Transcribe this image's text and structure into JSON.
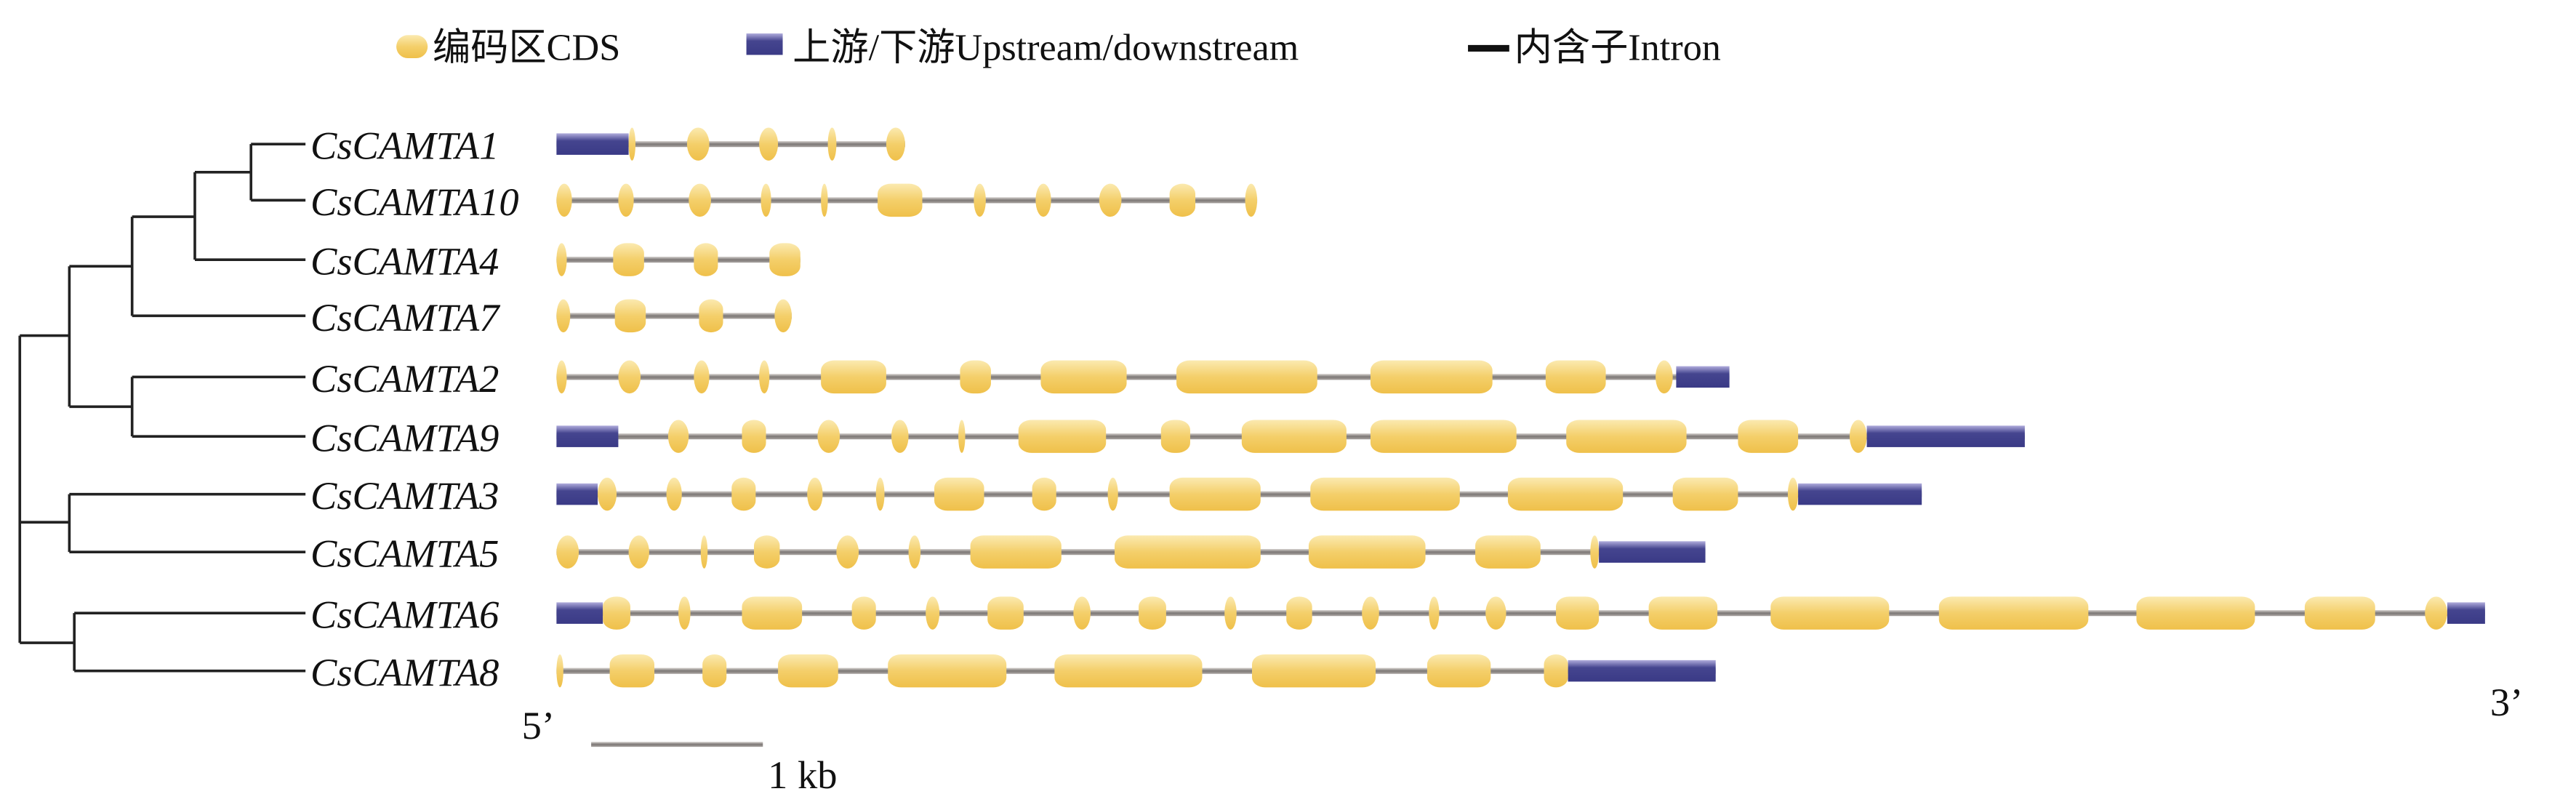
{
  "legend": {
    "cds": "编码区CDS",
    "utr": "上游/下游Upstream/downstream",
    "intron": "内含子Intron"
  },
  "colors": {
    "cds": "#f2c85a",
    "cds_light": "#fbe6a6",
    "utr": "#3f3f8c",
    "utr_light": "#a9a6d6",
    "intron": "#8a8684",
    "tree": "#222222"
  },
  "axis": {
    "five_prime": "5’",
    "three_prime": "3’",
    "scale_bar_label": "1 kb",
    "scale_bar_kb": 1
  },
  "genes": [
    {
      "name": "CsCAMTA1",
      "utr": [
        [
          0,
          0.42
        ]
      ],
      "exons": [
        [
          0.42,
          0.46
        ],
        [
          0.76,
          0.89
        ],
        [
          1.18,
          1.29
        ],
        [
          1.58,
          1.63
        ],
        [
          1.92,
          2.03
        ]
      ]
    },
    {
      "name": "CsCAMTA10",
      "utr": [],
      "exons": [
        [
          0,
          0.09
        ],
        [
          0.36,
          0.45
        ],
        [
          0.77,
          0.9
        ],
        [
          1.19,
          1.25
        ],
        [
          1.54,
          1.58
        ],
        [
          1.87,
          2.13
        ],
        [
          2.43,
          2.5
        ],
        [
          2.79,
          2.88
        ],
        [
          3.16,
          3.29
        ],
        [
          3.57,
          3.72
        ],
        [
          4.01,
          4.08
        ]
      ]
    },
    {
      "name": "CsCAMTA4",
      "utr": [],
      "exons": [
        [
          0,
          0.06
        ],
        [
          0.33,
          0.51
        ],
        [
          0.8,
          0.94
        ],
        [
          1.24,
          1.42
        ]
      ]
    },
    {
      "name": "CsCAMTA7",
      "utr": [],
      "exons": [
        [
          0,
          0.08
        ],
        [
          0.34,
          0.52
        ],
        [
          0.83,
          0.97
        ],
        [
          1.27,
          1.37
        ]
      ]
    },
    {
      "name": "CsCAMTA2",
      "utr": [
        [
          6.52,
          6.83
        ]
      ],
      "exons": [
        [
          0,
          0.06
        ],
        [
          0.36,
          0.49
        ],
        [
          0.8,
          0.89
        ],
        [
          1.18,
          1.24
        ],
        [
          1.54,
          1.92
        ],
        [
          2.35,
          2.53
        ],
        [
          2.82,
          3.32
        ],
        [
          3.61,
          4.43
        ],
        [
          4.74,
          5.45
        ],
        [
          5.76,
          6.11
        ],
        [
          6.4,
          6.5
        ]
      ]
    },
    {
      "name": "CsCAMTA9",
      "utr": [
        [
          0,
          0.36
        ],
        [
          7.63,
          8.55
        ]
      ],
      "exons": [
        [
          0.65,
          0.77
        ],
        [
          1.08,
          1.22
        ],
        [
          1.52,
          1.65
        ],
        [
          1.95,
          2.05
        ],
        [
          2.34,
          2.38
        ],
        [
          2.69,
          3.2
        ],
        [
          3.52,
          3.69
        ],
        [
          3.99,
          4.6
        ],
        [
          4.74,
          5.59
        ],
        [
          5.88,
          6.58
        ],
        [
          6.88,
          7.23
        ],
        [
          7.53,
          7.63
        ]
      ]
    },
    {
      "name": "CsCAMTA3",
      "utr": [
        [
          0,
          0.24
        ],
        [
          7.23,
          7.95
        ]
      ],
      "exons": [
        [
          0.24,
          0.35
        ],
        [
          0.64,
          0.73
        ],
        [
          1.02,
          1.16
        ],
        [
          1.46,
          1.55
        ],
        [
          1.86,
          1.91
        ],
        [
          2.2,
          2.49
        ],
        [
          2.77,
          2.91
        ],
        [
          3.21,
          3.27
        ],
        [
          3.57,
          4.1
        ],
        [
          4.39,
          5.26
        ],
        [
          5.54,
          6.21
        ],
        [
          6.5,
          6.88
        ],
        [
          7.17,
          7.23
        ]
      ]
    },
    {
      "name": "CsCAMTA5",
      "utr": [
        [
          6.07,
          6.69
        ]
      ],
      "exons": [
        [
          0,
          0.13
        ],
        [
          0.42,
          0.54
        ],
        [
          0.84,
          0.88
        ],
        [
          1.15,
          1.3
        ],
        [
          1.63,
          1.76
        ],
        [
          2.05,
          2.12
        ],
        [
          2.41,
          2.94
        ],
        [
          3.25,
          4.1
        ],
        [
          4.38,
          5.06
        ],
        [
          5.35,
          5.73
        ],
        [
          6.02,
          6.07
        ]
      ]
    },
    {
      "name": "CsCAMTA6",
      "utr": [
        [
          0,
          0.27
        ],
        [
          11.01,
          11.23
        ]
      ],
      "exons": [
        [
          0.27,
          0.43
        ],
        [
          0.71,
          0.78
        ],
        [
          1.08,
          1.43
        ],
        [
          1.72,
          1.86
        ],
        [
          2.15,
          2.23
        ],
        [
          2.51,
          2.72
        ],
        [
          3.01,
          3.11
        ],
        [
          3.39,
          3.55
        ],
        [
          3.89,
          3.96
        ],
        [
          4.25,
          4.4
        ],
        [
          4.69,
          4.79
        ],
        [
          5.08,
          5.14
        ],
        [
          5.41,
          5.53
        ],
        [
          5.82,
          6.07
        ],
        [
          6.36,
          6.76
        ],
        [
          7.07,
          7.76
        ],
        [
          8.05,
          8.92
        ],
        [
          9.2,
          9.89
        ],
        [
          10.18,
          10.59
        ],
        [
          10.88,
          11.01
        ]
      ]
    },
    {
      "name": "CsCAMTA8",
      "utr": [
        [
          5.89,
          6.75
        ]
      ],
      "exons": [
        [
          0,
          0.04
        ],
        [
          0.31,
          0.57
        ],
        [
          0.85,
          0.99
        ],
        [
          1.29,
          1.64
        ],
        [
          1.93,
          2.62
        ],
        [
          2.9,
          3.76
        ],
        [
          4.05,
          4.77
        ],
        [
          5.07,
          5.44
        ],
        [
          5.75,
          5.89
        ]
      ]
    }
  ]
}
